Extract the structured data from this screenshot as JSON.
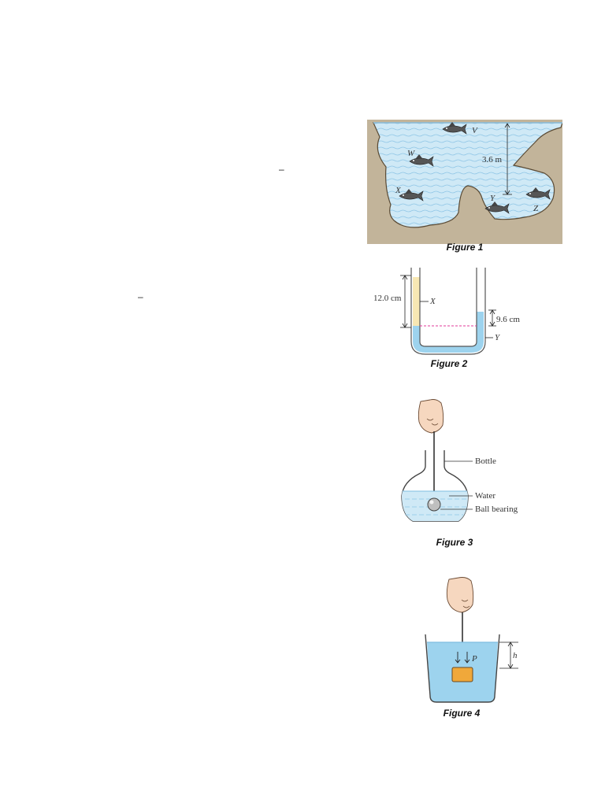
{
  "stray_marks": [
    "–",
    "–"
  ],
  "figure1": {
    "caption": "Figure 1",
    "depth_label": "3.6 m",
    "fish_labels": [
      "V",
      "W",
      "X",
      "Y",
      "Z"
    ]
  },
  "figure2": {
    "caption": "Figure 2",
    "height_label_left": "12.0 cm",
    "height_label_right": "9.6 cm",
    "liquid_x_label": "X",
    "liquid_y_label": "Y"
  },
  "figure3": {
    "caption": "Figure 3",
    "labels": {
      "bottle": "Bottle",
      "water": "Water",
      "ball": "Ball bearing"
    }
  },
  "figure4": {
    "caption": "Figure 4",
    "point_label": "P",
    "depth_label": "h"
  },
  "colors": {
    "water": "#cfe9f6",
    "water_line": "#8fc6e6",
    "rock": "#c2b49a",
    "tube_water": "#9dd3ee",
    "oil": "#f7e7b3",
    "block": "#f0a83a",
    "guide_line": "#e0399a"
  }
}
